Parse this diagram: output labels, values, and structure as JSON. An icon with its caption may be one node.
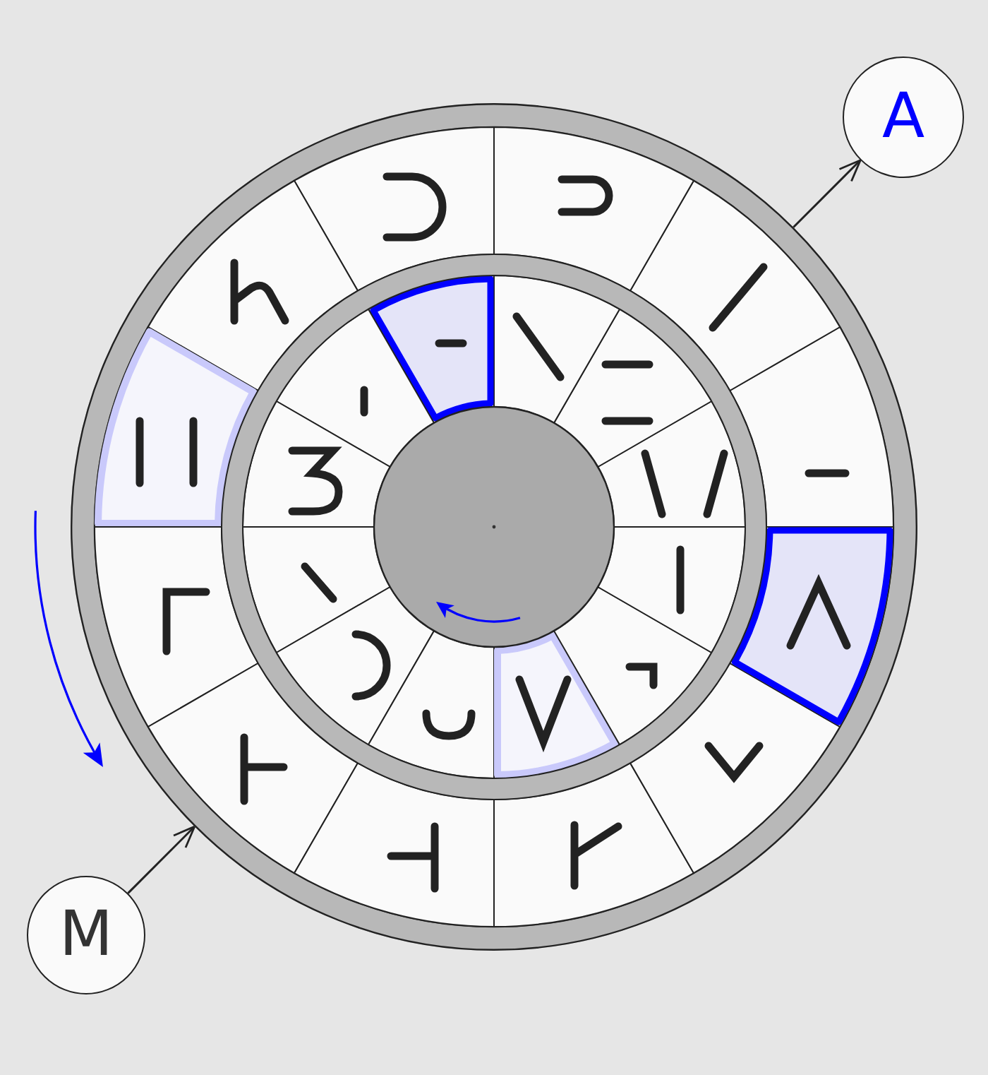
{
  "diagram": {
    "nodes": [
      {
        "text": [
          "A"
        ]
      },
      {
        "text": [],
        "shape": "circle"
      },
      {
        "text": [
          "M"
        ]
      }
    ],
    "edges": [
      {
        "from": 2,
        "to": 1,
        "arrow": "to"
      },
      {
        "from": 1,
        "to": 0,
        "arrow": "to"
      }
    ]
  }
}
